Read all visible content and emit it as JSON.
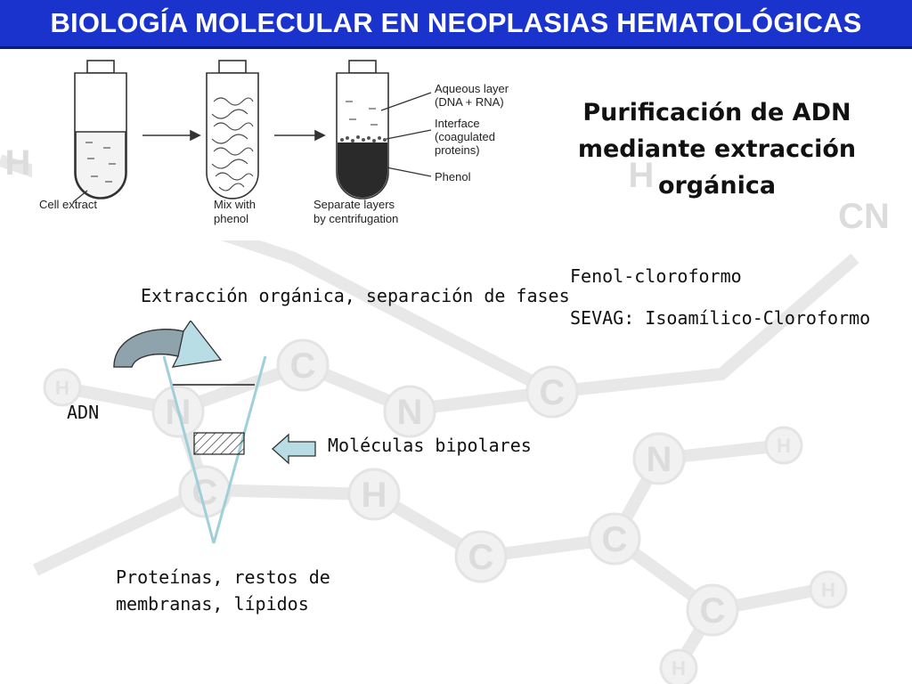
{
  "header": {
    "title": "BIOLOGÍA MOLECULAR EN NEOPLASIAS HEMATOLÓGICAS"
  },
  "figure": {
    "labels": {
      "cell_extract": "Cell extract",
      "mix_line1": "Mix with",
      "mix_line2": "phenol",
      "sep_line1": "Separate layers",
      "sep_line2": "by centrifugation",
      "aq_line1": "Aqueous layer",
      "aq_line2": "(DNA + RNA)",
      "int_line1": "Interface",
      "int_line2": "(coagulated",
      "int_line3": "proteins)",
      "phenol": "Phenol"
    }
  },
  "content": {
    "heading_line1": "Purificación de ADN",
    "heading_line2": "mediante extracción",
    "heading_line3": "orgánica",
    "methods": [
      "Fenol-cloroformo",
      "SEVAG: Isoamílico-Cloroformo"
    ],
    "diagram_caption": "Extracción orgánica, separación de fases",
    "label_adn": "ADN",
    "label_bipolar": "Moléculas bipolares",
    "label_proteins_line1": "Proteínas, restos de",
    "label_proteins_line2": "membranas, lípidos"
  },
  "colors": {
    "title_bg": "#1a33cc",
    "arrow_fill": "#b8dde4",
    "arrow_dark": "#8fa3ad",
    "funnel_stroke": "#9fd0d8"
  }
}
